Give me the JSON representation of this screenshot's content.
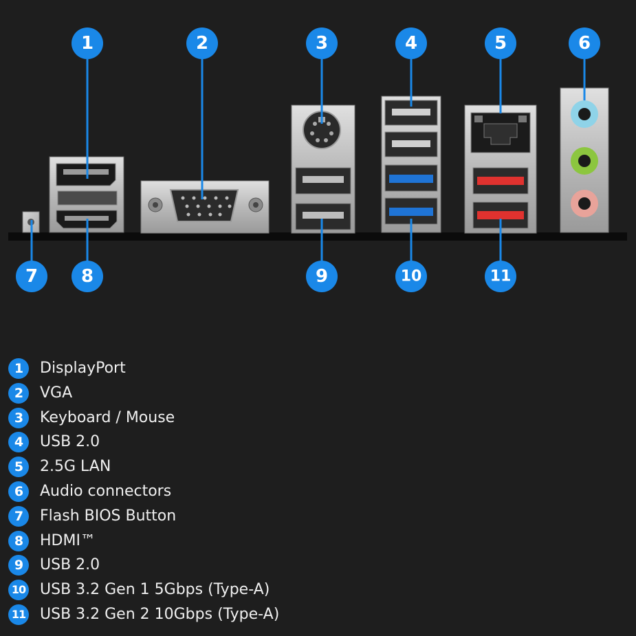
{
  "callouts": [
    {
      "num": "1"
    },
    {
      "num": "2"
    },
    {
      "num": "3"
    },
    {
      "num": "4"
    },
    {
      "num": "5"
    },
    {
      "num": "6"
    },
    {
      "num": "7"
    },
    {
      "num": "8"
    },
    {
      "num": "9"
    },
    {
      "num": "10"
    },
    {
      "num": "11"
    }
  ],
  "legend": [
    {
      "num": "1",
      "label": "DisplayPort"
    },
    {
      "num": "2",
      "label": "VGA"
    },
    {
      "num": "3",
      "label": "Keyboard / Mouse"
    },
    {
      "num": "4",
      "label": "USB 2.0"
    },
    {
      "num": "5",
      "label": "2.5G LAN"
    },
    {
      "num": "6",
      "label": "Audio connectors"
    },
    {
      "num": "7",
      "label": "Flash BIOS Button"
    },
    {
      "num": "8",
      "label": "HDMI™"
    },
    {
      "num": "9",
      "label": "USB 2.0"
    },
    {
      "num": "10",
      "label": "USB 3.2 Gen 1 5Gbps (Type-A)"
    },
    {
      "num": "11",
      "label": "USB 3.2 Gen 2 10Gbps (Type-A)"
    }
  ],
  "colors": {
    "badge": "#1a88e8",
    "usb3_gen1": "#1f74d6",
    "usb3_gen2": "#e0322f",
    "audio_blue": "#8fd3e8",
    "audio_green": "#8cc63f",
    "audio_pink": "#e8a39a"
  }
}
